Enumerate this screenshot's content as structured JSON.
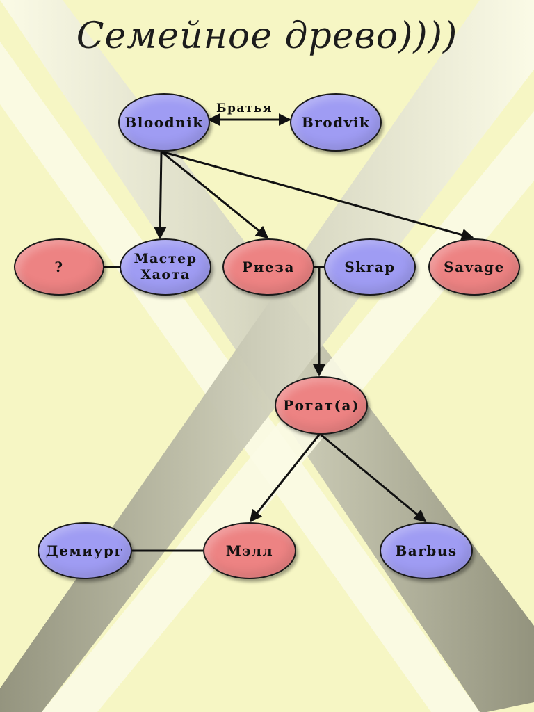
{
  "title": "Семейное древо))))",
  "sibling_label": "Братья",
  "nodes": {
    "bloodnik": "Bloodnik",
    "brodvik": "Brodvik",
    "unknown": "?",
    "master": "Мастер\nХаота",
    "rieza": "Риеза",
    "skrap": "Skrap",
    "savage": "Savage",
    "rogat": "Рогат(а)",
    "demiurge": "Демиург",
    "mell": "Мэлл",
    "barbus": "Barbus"
  },
  "colors": {
    "male": "#9f9cf3",
    "female": "#ed8383",
    "background": "#f6f6c4",
    "blade": "#c8c8b4",
    "blade_highlight": "#fbfbe6"
  }
}
